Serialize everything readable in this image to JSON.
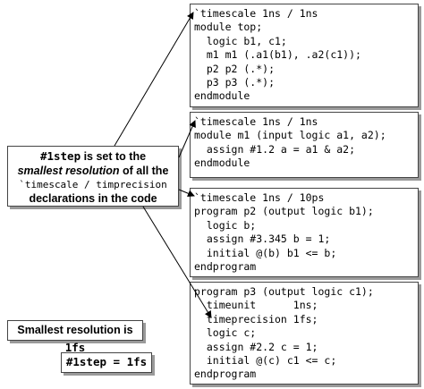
{
  "code_blocks": [
    {
      "id": "top",
      "lines": [
        "`timescale 1ns / 1ns",
        "module top;",
        "  logic b1, c1;",
        "  m1 m1 (.a1(b1), .a2(c1));",
        "  p2 p2 (.*);",
        "  p3 p3 (.*);",
        "endmodule"
      ]
    },
    {
      "id": "m1",
      "lines": [
        "`timescale 1ns / 1ns",
        "module m1 (input logic a1, a2);",
        "  assign #1.2 a = a1 & a2;",
        "endmodule"
      ]
    },
    {
      "id": "p2",
      "lines": [
        "`timescale 1ns / 10ps",
        "program p2 (output logic b1);",
        "  logic b;",
        "  assign #3.345 b = 1;",
        "  initial @(b) b1 <= b;",
        "endprogram"
      ]
    },
    {
      "id": "p3",
      "lines": [
        "program p3 (output logic c1);",
        "  timeunit      1ns;",
        "  timeprecision 1fs;",
        "  logic c;",
        "  assign #2.2 c = 1;",
        "  initial @(c) c1 <= c;",
        "endprogram"
      ]
    }
  ],
  "callout": {
    "line1_code": "#1step",
    "line1_text": " is set to the",
    "line2_em": "smallest resolution",
    "line2_text": " of all the",
    "line3_code": "`timescale / timprecision",
    "line4_text": "declarations in the code"
  },
  "resolution_box": {
    "text": "Smallest resolution is ",
    "value": "1fs"
  },
  "step_box": {
    "text": "#1step = 1fs"
  }
}
